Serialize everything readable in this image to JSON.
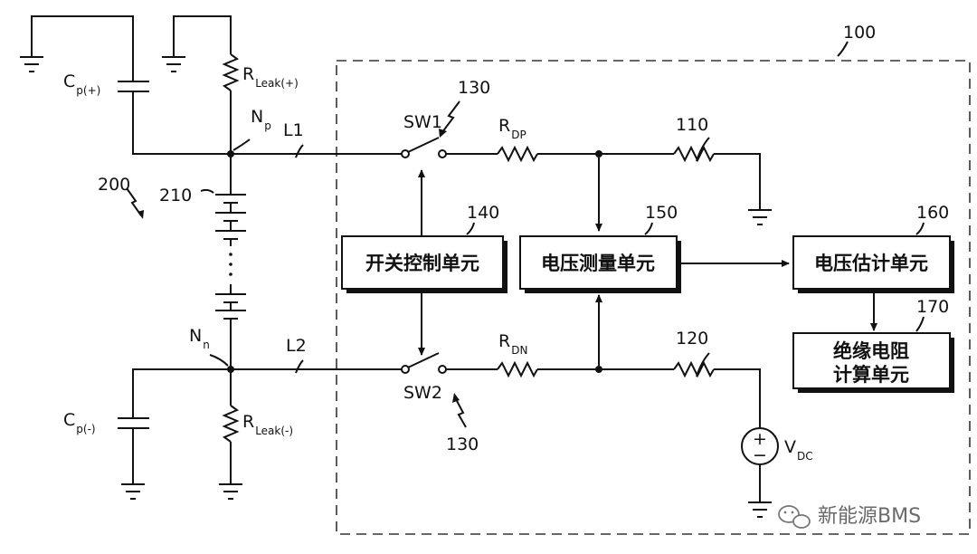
{
  "labels": {
    "ref_100": "100",
    "ref_130_top": "130",
    "ref_130_bottom": "130",
    "ref_110": "110",
    "ref_120": "120",
    "ref_140": "140",
    "ref_150": "150",
    "ref_160": "160",
    "ref_170": "170",
    "ref_200": "200",
    "ref_210": "210",
    "sw1": "SW1",
    "sw2": "SW2",
    "l1": "L1",
    "l2": "L2",
    "np_main": "N",
    "np_sub": "p",
    "nn_main": "N",
    "nn_sub": "n",
    "cp_plus_main": "C",
    "cp_plus_sub": "p(+)",
    "cp_minus_main": "C",
    "cp_minus_sub": "p(-)",
    "rleak_plus_main": "R",
    "rleak_plus_sub": "Leak(+)",
    "rleak_minus_main": "R",
    "rleak_minus_sub": "Leak(-)",
    "rdp_main": "R",
    "rdp_sub": "DP",
    "rdn_main": "R",
    "rdn_sub": "DN",
    "vdc_main": "V",
    "vdc_sub": "DC",
    "vdc_plus": "+",
    "vdc_minus": "−"
  },
  "blocks": {
    "switch_control": "开关控制单元",
    "voltage_measure": "电压测量单元",
    "voltage_estimate": "电压估计单元",
    "insulation_line1": "绝缘电阻",
    "insulation_line2": "计算单元"
  },
  "watermark": "新能源BMS",
  "colors": {
    "line": "#111111",
    "watermark": "#6a6a6a"
  }
}
